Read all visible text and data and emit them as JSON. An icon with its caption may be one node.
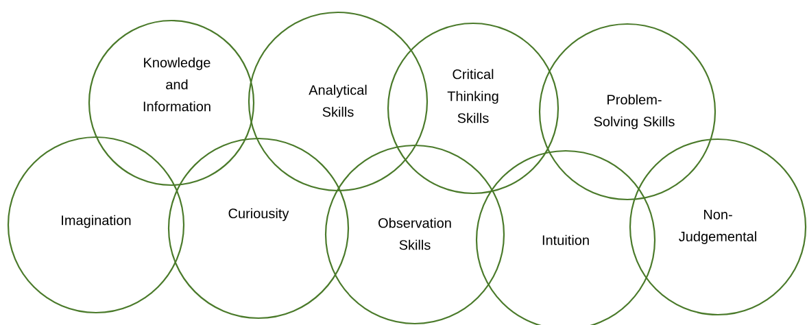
{
  "diagram": {
    "nodes": [
      {
        "text": [
          "Knowledge and Information"
        ]
      },
      {
        "text": [
          "Analytical Skills"
        ]
      },
      {
        "text": [
          "Critical Thinking Skills"
        ]
      },
      {
        "text": [
          "Problem- Solving Skills"
        ]
      },
      {
        "text": [
          "Imagination"
        ]
      },
      {
        "text": [
          "Curiousity"
        ]
      },
      {
        "text": [
          "Observation Skills"
        ]
      },
      {
        "text": [
          "Intuition"
        ]
      },
      {
        "text": [
          "Non- Judgemental"
        ]
      }
    ]
  }
}
